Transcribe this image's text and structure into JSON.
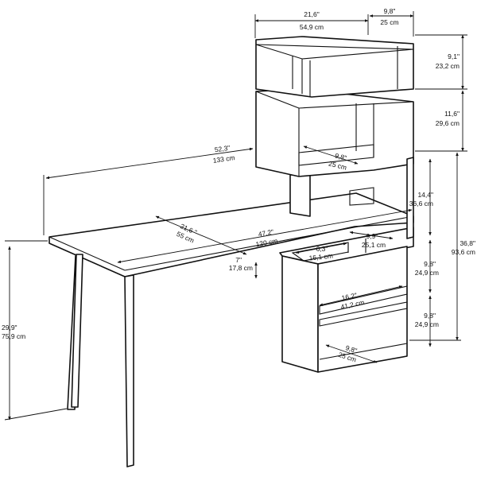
{
  "dimensions": {
    "top_shelf_width": {
      "imperial": "21,6\"",
      "metric": "54,9 cm"
    },
    "top_shelf_depth": {
      "imperial": "9,8\"",
      "metric": "25 cm"
    },
    "top_tier_height": {
      "imperial": "9,1\"",
      "metric": "23,2 cm"
    },
    "second_tier_height": {
      "imperial": "11,6\"",
      "metric": "29,6 cm"
    },
    "middle_shelf_depth": {
      "imperial": "9,8\"",
      "metric": "25 cm"
    },
    "overall_width": {
      "imperial": "52,3\"",
      "metric": "133 cm"
    },
    "desk_clearance": {
      "imperial": "14,4\"",
      "metric": "36,6 cm"
    },
    "desk_depth": {
      "imperial": "21,6 \"",
      "metric": "55 cm"
    },
    "desk_width": {
      "imperial": "47,2\"",
      "metric": "120 cm"
    },
    "tower_height": {
      "imperial": "36,8\"",
      "metric": "93,6 cm"
    },
    "drawer_slot_width": {
      "imperial": "6,3\"",
      "metric": "16,1 cm"
    },
    "upper_cubby_width": {
      "imperial": "9,9\"",
      "metric": "25,1 cm"
    },
    "apron_height": {
      "imperial": "7\"",
      "metric": "17,8 cm"
    },
    "cubby_height_upper": {
      "imperial": "9,8\"",
      "metric": "24,9 cm"
    },
    "mid_shelf_width": {
      "imperial": "16,2\"",
      "metric": "41,2 cm"
    },
    "cubby_height_lower": {
      "imperial": "9,8\"",
      "metric": "24,9 cm"
    },
    "bottom_shelf_depth": {
      "imperial": "9,8\"",
      "metric": "25 cm"
    },
    "desk_height": {
      "imperial": "29,9\"",
      "metric": "75,9 cm"
    }
  }
}
